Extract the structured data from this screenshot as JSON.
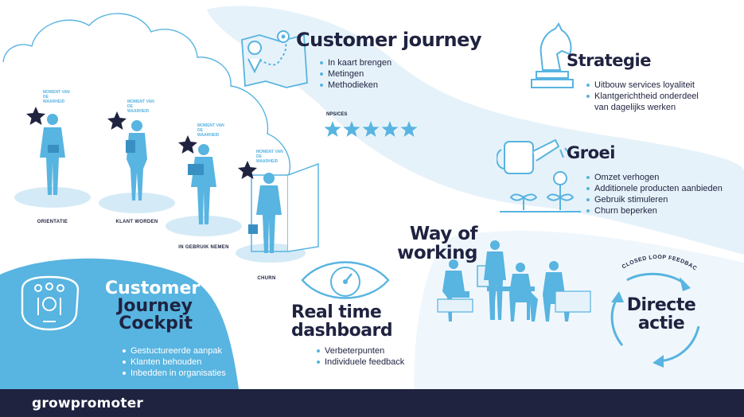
{
  "journey": {
    "moment_label": "MOMENT VAN DE WAARHEID",
    "stages": [
      "ORIENTATIE",
      "KLANT WORDEN",
      "IN GEBRUIK NEMEN",
      "CHURN"
    ]
  },
  "customer_journey": {
    "title": "Customer journey",
    "bullets": [
      "In kaart brengen",
      "Metingen",
      "Methodieken"
    ],
    "nps_label": "NPS/CES",
    "stars": 5
  },
  "strategie": {
    "title": "Strategie",
    "bullets": [
      "Uitbouw services loyaliteit",
      "Klantgerichtheid onderdeel",
      "van dagelijks werken"
    ]
  },
  "groei": {
    "title": "Groei",
    "bullets": [
      "Omzet verhogen",
      "Additionele producten aanbieden",
      "Gebruik stimuleren",
      "Churn beperken"
    ]
  },
  "way_of_working": {
    "title_line1": "Way of",
    "title_line2": "working"
  },
  "cockpit": {
    "title_line1": "Customer",
    "title_line2": "Journey",
    "title_line3": "Cockpit",
    "bullets": [
      "Gestuctureerde aanpak",
      "Klanten behouden",
      "Inbedden in organisaties"
    ]
  },
  "dashboard": {
    "title_line1": "Real time",
    "title_line2": "dashboard",
    "bullets": [
      "Verbeterpunten",
      "Individuele feedback"
    ]
  },
  "directe_actie": {
    "arc_label": "CLOSED LOOP FEEDBACK",
    "title_line1": "Directe",
    "title_line2": "actie"
  },
  "footer": {
    "logo": "growpromoter"
  },
  "colors": {
    "navy": "#1f2340",
    "accent": "#58b4e0",
    "light": "#e6f2fa",
    "pale": "#d4eaf7"
  }
}
